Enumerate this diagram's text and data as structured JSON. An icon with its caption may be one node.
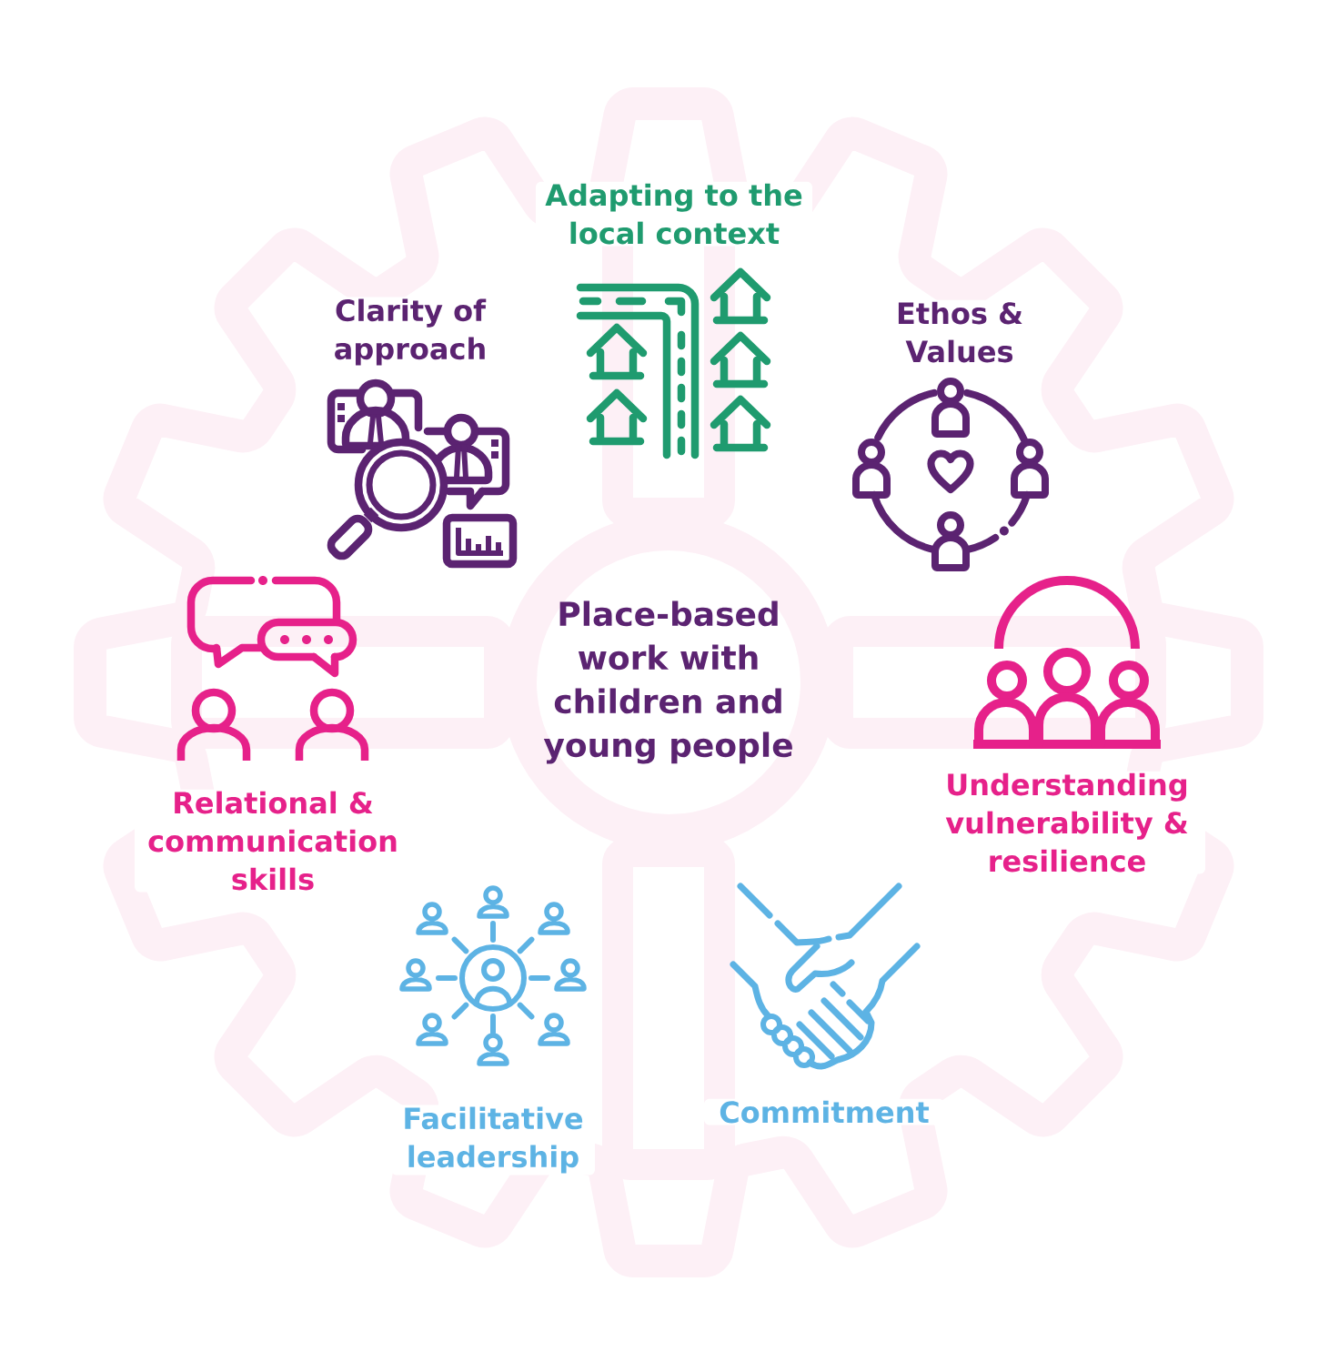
{
  "diagram": {
    "nodes": [
      {
        "text": [
          "Place-based work with children and young people"
        ]
      }
    ],
    "labels": [
      "Adapting to the local context",
      "Clarity of approach",
      "Ethos & Values",
      "Relational & communication skills",
      "Understanding vulnerability & resilience",
      "Facilitative leadership",
      "Commitment"
    ]
  }
}
